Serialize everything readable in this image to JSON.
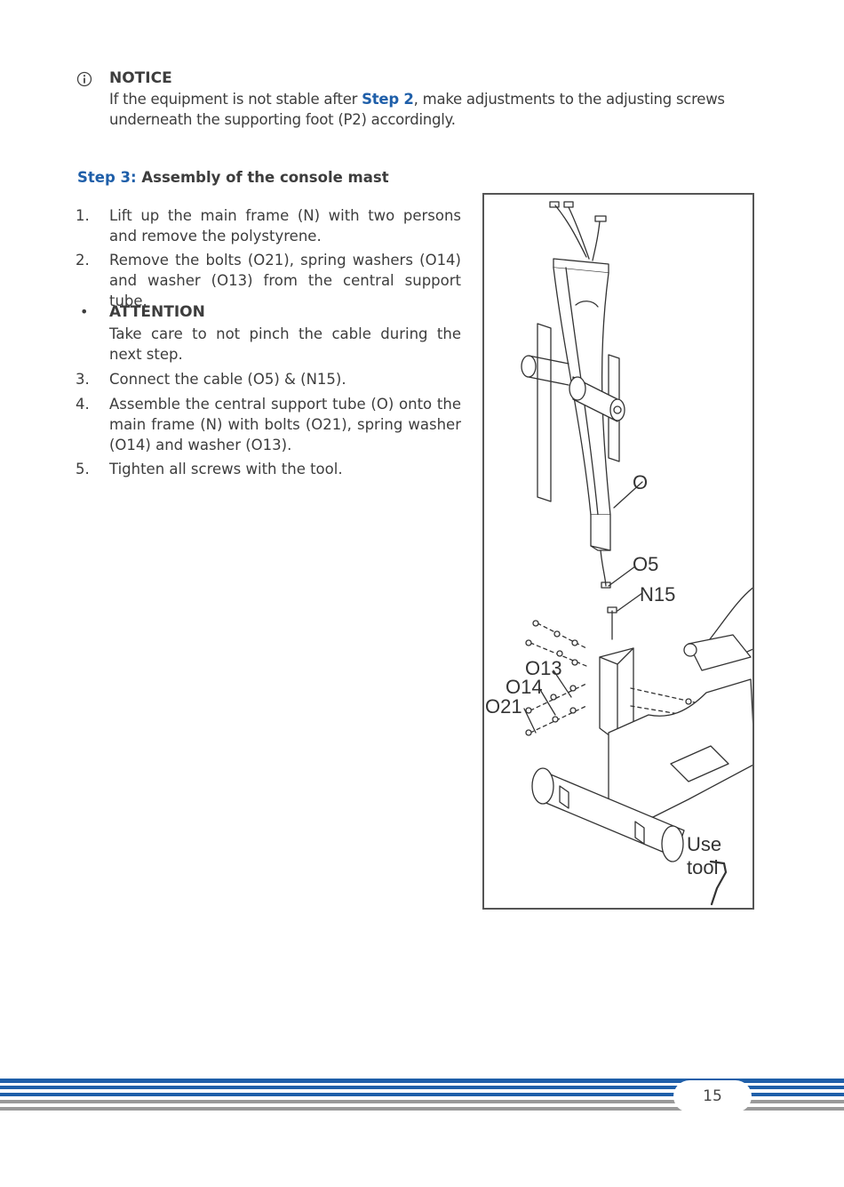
{
  "notice": {
    "title": "NOTICE",
    "text_before": "If the equipment is not stable after ",
    "step_ref": "Step 2",
    "text_after": ", make adjustments to the adjusting screws underneath the supporting foot (P2) accordingly."
  },
  "step": {
    "number": "Step 3:",
    "title": " Assembly of the console mast"
  },
  "steps": [
    {
      "n": "1.",
      "text": "Lift up the main frame (N) with two persons and remove the polystyrene."
    },
    {
      "n": "2.",
      "text": "Remove the bolts (O21), spring washers (O14) and washer (O13) from the central support tube."
    },
    {
      "n": "3.",
      "text": "Connect the cable (O5) & (N15)."
    },
    {
      "n": "4.",
      "text": "Assemble the central support tube (O) onto the main frame (N) with bolts (O21), spring washer (O14) and washer (O13)."
    },
    {
      "n": "5.",
      "text": "Tighten all screws with the tool."
    }
  ],
  "attention": {
    "bullet": "•",
    "title": "ATTENTION",
    "text": "Take care to not pinch the cable during the next step."
  },
  "figure": {
    "labels": {
      "o": "O",
      "o5": "O5",
      "n15": "N15",
      "o13": "O13",
      "o14": "O14",
      "o21": "O21",
      "tool": "Use tool"
    }
  },
  "footer": {
    "page_number": "15",
    "colors": {
      "blue": "#1f5fa9",
      "gray": "#9a9a9a"
    }
  }
}
